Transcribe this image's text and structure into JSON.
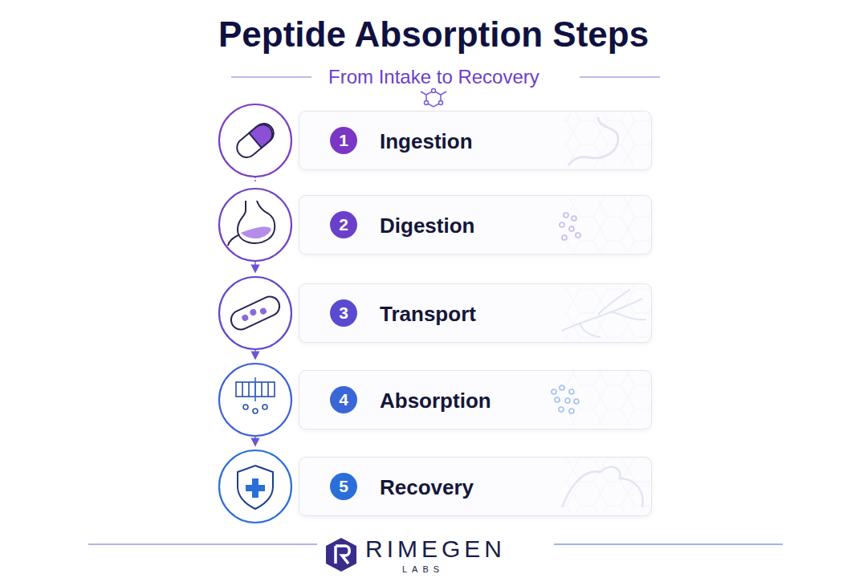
{
  "diagram": {
    "title": "Peptide Absorption Steps",
    "nodes": [
      {
        "text": [
          "Ingestion"
        ]
      },
      {
        "text": [
          "1"
        ],
        "in": 0
      },
      {
        "text": [
          "Digestion"
        ]
      },
      {
        "text": [
          "2"
        ],
        "in": 2
      },
      {
        "text": [
          "Transport"
        ]
      },
      {
        "text": [
          "3"
        ],
        "in": 4
      },
      {
        "text": [
          "Absorption"
        ]
      },
      {
        "text": [
          "4"
        ],
        "in": 6
      },
      {
        "text": [
          "Recovery"
        ]
      },
      {
        "text": [
          "5"
        ],
        "in": 8
      }
    ],
    "labels": [
      "From Intake to Recovery",
      "RIMEGEN",
      "LABS"
    ]
  }
}
